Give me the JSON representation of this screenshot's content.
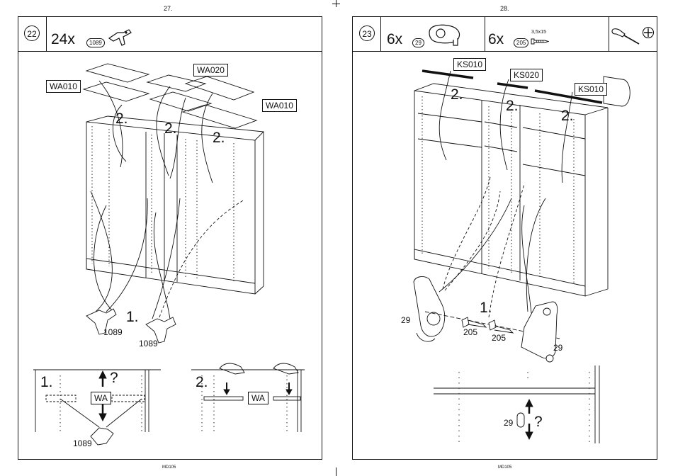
{
  "pages": {
    "left": {
      "page_number": "27.",
      "footer": "MD105"
    },
    "right": {
      "page_number": "28.",
      "footer": "MD105"
    }
  },
  "step22": {
    "step_number": "22",
    "quantity": "24x",
    "part_code": "1089",
    "labels": {
      "wa020": "WA020",
      "wa010_left": "WA010",
      "wa010_right": "WA010"
    },
    "step_marks": [
      "2.",
      "2.",
      "2.",
      "1."
    ],
    "part_labels": [
      "1089",
      "1089"
    ],
    "detail_left": {
      "step": "1.",
      "question": "?",
      "box": "WA",
      "part": "1089"
    },
    "detail_right": {
      "step": "2.",
      "box": "WA"
    }
  },
  "step23": {
    "step_number": "23",
    "quantity_a": "6x",
    "part_a": "29",
    "quantity_b": "6x",
    "part_b": "205",
    "screw_size": "3,5x15",
    "labels": {
      "ks010_top": "KS010",
      "ks020": "KS020",
      "ks010_right": "KS010"
    },
    "step_marks": [
      "2.",
      "2.",
      "2.",
      "1."
    ],
    "part_labels": [
      "29",
      "205",
      "205",
      "29"
    ],
    "detail": {
      "part": "29",
      "question": "?"
    }
  },
  "icons": [
    "wall-bracket-icon",
    "cam-fitting-icon",
    "screw-icon",
    "screwdriver-icon",
    "phillips-head-icon"
  ],
  "colors": {
    "ink": "#111111",
    "paper": "#ffffff"
  }
}
